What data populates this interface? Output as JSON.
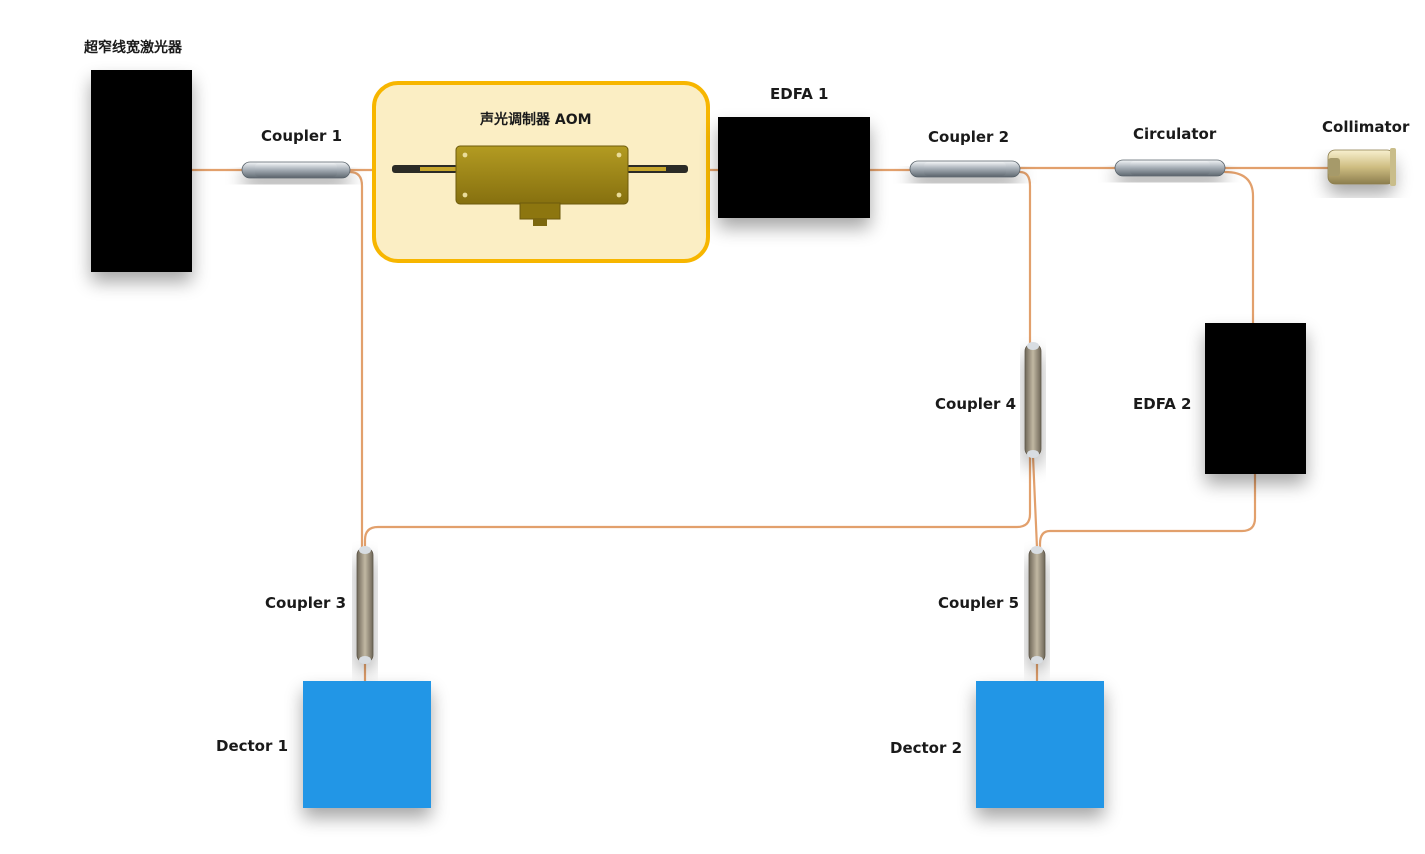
{
  "diagram": {
    "labels": {
      "laser": "超窄线宽激光器",
      "aom": "声光调制器 AOM",
      "edfa1": "EDFA 1",
      "edfa2": "EDFA 2",
      "coupler1": "Coupler 1",
      "coupler2": "Coupler 2",
      "coupler3": "Coupler 3",
      "coupler4": "Coupler 4",
      "coupler5": "Coupler 5",
      "circulator": "Circulator",
      "collimator": "Collimator",
      "detector1": "Dector 1",
      "detector2": "Dector 2"
    },
    "colors": {
      "fiber": "#e2a06c",
      "device_black": "#000000",
      "detector_blue": "#2196e6",
      "aom_body": "#a08a17",
      "aom_highlight_fill": "#fbeec4",
      "aom_highlight_border": "#f7b600",
      "coupler_silver": "#aeb6bd",
      "coupler_bronze": "#9e9480",
      "collimator_gold": "#d8ca90"
    }
  }
}
